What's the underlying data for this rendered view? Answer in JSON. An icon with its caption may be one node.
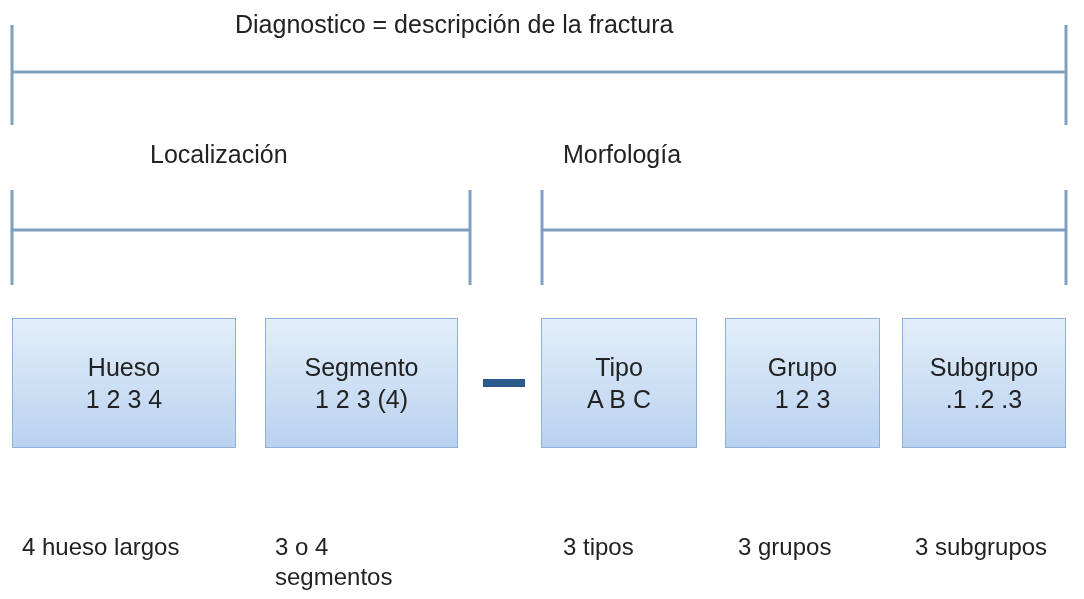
{
  "diagram": {
    "nodes": [
      {
        "text": [
          "Hueso",
          "1 2 3 4"
        ],
        "beside": [
          "4 hueso largos"
        ]
      },
      {
        "text": [
          "Segmento",
          "1 2 3 (4)"
        ],
        "beside": [
          "3 o 4 segmentos"
        ]
      },
      {
        "text": [
          "Tipo",
          "A B C"
        ],
        "beside": [
          "3 tipos"
        ]
      },
      {
        "text": [
          "Grupo",
          "1 2 3"
        ],
        "beside": [
          "3 grupos"
        ]
      },
      {
        "text": [
          "Subgrupo",
          ".1 .2 .3"
        ],
        "beside": [
          "3 subgrupos"
        ]
      }
    ],
    "labels": [
      "Diagnostico =  descripción de la fractura",
      "Localización",
      "Morfología"
    ]
  }
}
